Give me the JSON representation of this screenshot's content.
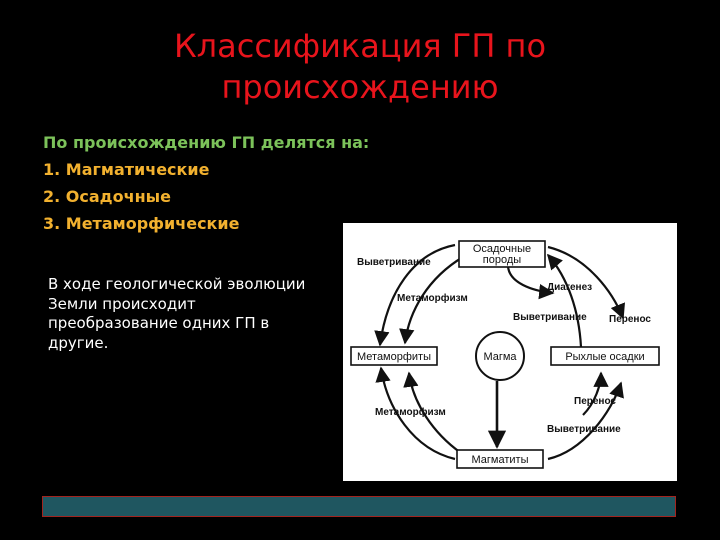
{
  "slide": {
    "title_line1": "Классификация ГП по",
    "title_line2": "происхождению"
  },
  "classification": {
    "intro": "По происхождению ГП делятся на:",
    "items": [
      "1. Магматические",
      "2. Осадочные",
      "3. Метаморфические"
    ]
  },
  "note": "В ходе геологической эволюции Земли происходит преобразование одних ГП в другие.",
  "diagram": {
    "nodes": {
      "sedimentary_line1": "Осадочные",
      "sedimentary_line2": "породы",
      "metamorphites": "Метаморфиты",
      "magma": "Магма",
      "loose_sediments": "Рыхлые осадки",
      "magmatites": "Магматиты"
    },
    "labels": {
      "weathering_top": "Выветривание",
      "metamorphism_top": "Метаморфизм",
      "diagenesis": "Диагенез",
      "weathering_mid": "Выветривание",
      "transport_top": "Перенос",
      "metamorphism_bottom": "Метаморфизм",
      "transport_bottom": "Перенос",
      "weathering_bottom": "Выветривание"
    }
  }
}
